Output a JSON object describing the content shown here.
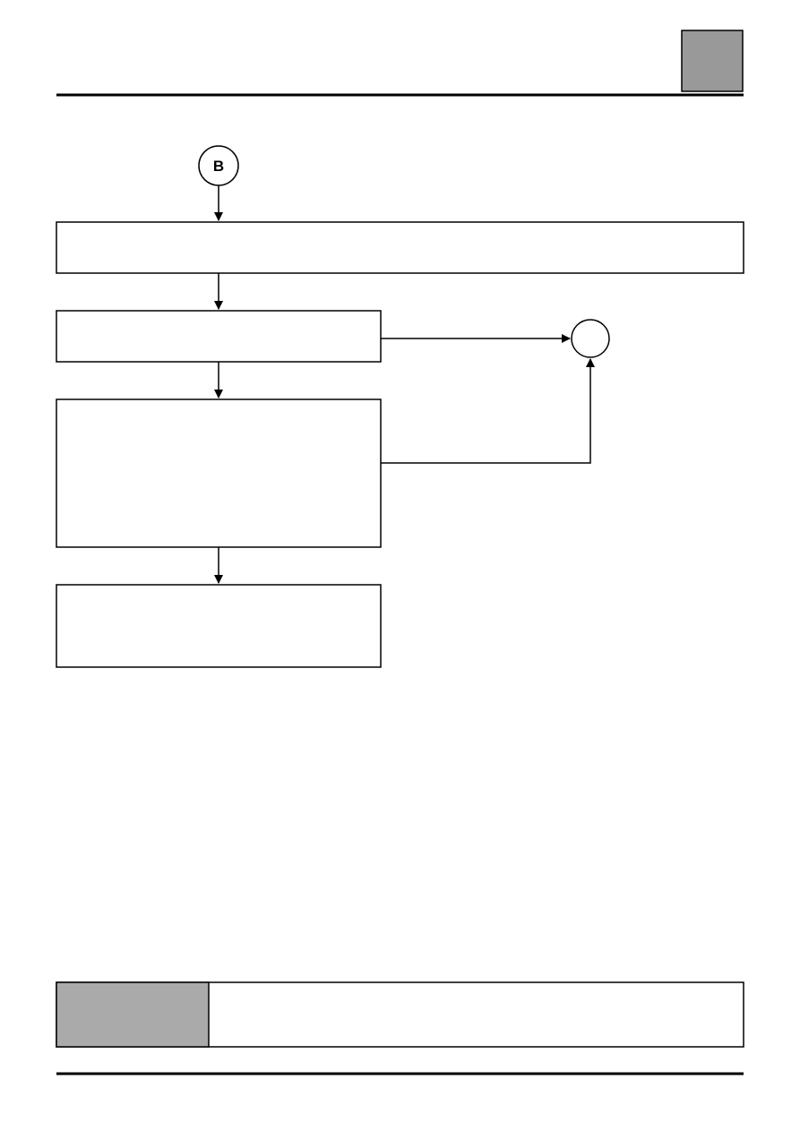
{
  "header": {
    "tab_color": "#999999"
  },
  "flowchart": {
    "entry_connector": {
      "label": "B"
    },
    "exit_connector": {
      "label": ""
    },
    "steps": [
      {
        "id": "step-1",
        "text": ""
      },
      {
        "id": "step-2",
        "text": ""
      },
      {
        "id": "step-3",
        "text": ""
      },
      {
        "id": "step-4",
        "text": ""
      }
    ]
  },
  "footer_note": {
    "label": "",
    "text": "",
    "label_color": "#aaaaaa"
  }
}
